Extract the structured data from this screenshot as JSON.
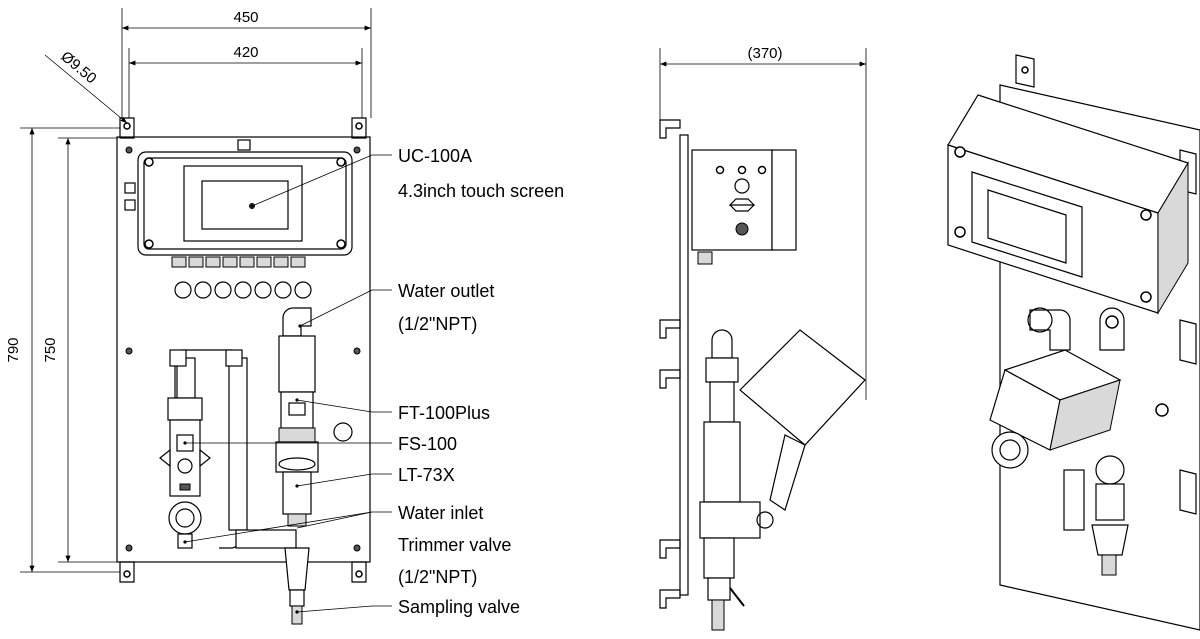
{
  "dimensions": {
    "width_outer": "450",
    "width_inner": "420",
    "hole_diameter": "Ø9.50",
    "height_outer": "790",
    "height_inner": "750",
    "depth": "(370)"
  },
  "callouts": {
    "controller_model": "UC-100A",
    "controller_desc": "4.3inch touch screen",
    "water_outlet": "Water outlet",
    "water_outlet_size": "(1/2\"NPT)",
    "ft_sensor": "FT-100Plus",
    "fs_sensor": "FS-100",
    "lt_sensor": "LT-73X",
    "water_inlet": "Water inlet",
    "trimmer_valve": "Trimmer valve",
    "trimmer_size": "(1/2\"NPT)",
    "sampling_valve": "Sampling valve"
  }
}
